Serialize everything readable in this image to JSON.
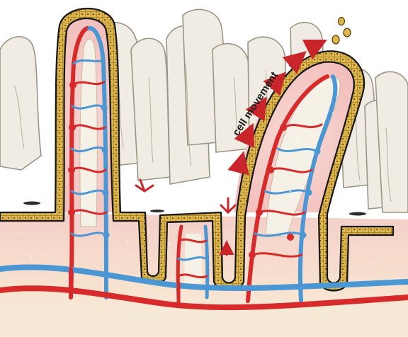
{
  "labels": {
    "cell_movement": "cell movement"
  },
  "colors": {
    "background_villi": "#f1ece3",
    "villus_outline": "#9b9486",
    "lamina_propria": "#f6cfcb",
    "submucosa_band": "#f7d9c4",
    "epithelium_cells": "#ddb64c",
    "epithelium_outline": "#151515",
    "artery": "#d72b2b",
    "vein": "#4b97d4",
    "lacteal": "#f6f1e7",
    "arrow": "#c8262b",
    "text": "#1c1c1c"
  },
  "icons": [
    "cell-movement-arrow",
    "shed-cell",
    "crypt-arrow"
  ]
}
